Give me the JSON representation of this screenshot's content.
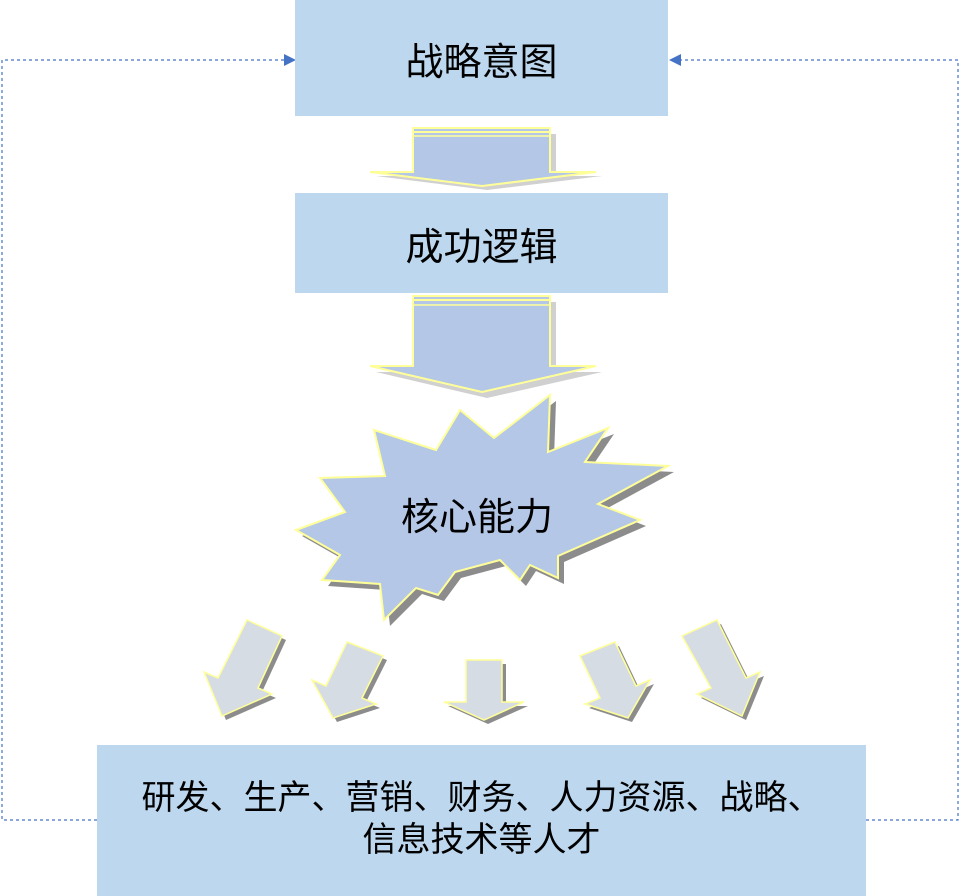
{
  "nodes": {
    "intent": "战略意图",
    "logic": "成功逻辑",
    "core": "核心能力",
    "talent_line1": "研发、生产、营销、财务、人力资源、战略、",
    "talent_line2": "信息技术等人才"
  },
  "colors": {
    "box_fill": "#bdd7ee",
    "arrow_fill": "#b4c7e7",
    "arrow_shadow": "#808080",
    "arrow_outline": "#ffff99",
    "small_arrow_fill": "#d6dce4",
    "feedback_line": "#4472c4"
  }
}
